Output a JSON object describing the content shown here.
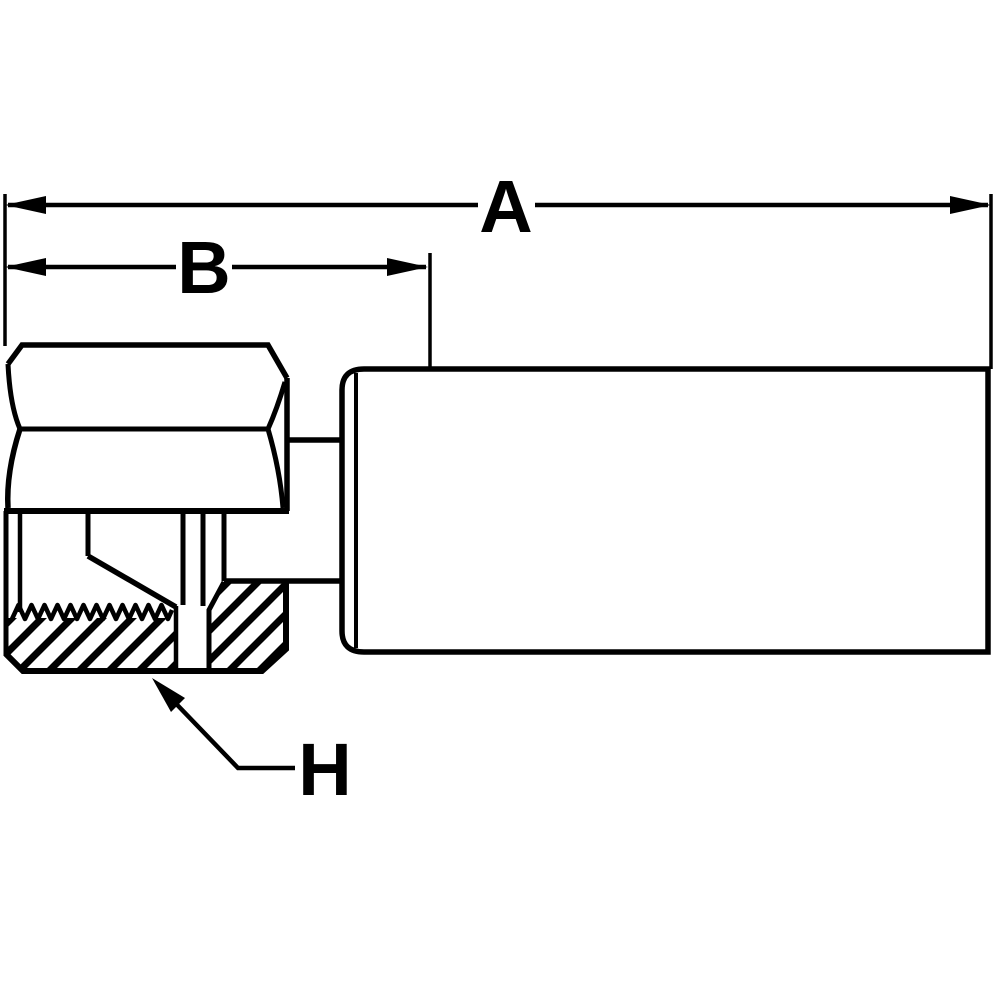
{
  "page": {
    "background_color": "#ffffff",
    "line_color": "#000000"
  },
  "drawing": {
    "kind": "technical-drawing-cross-section-hose-fitting",
    "labels": {
      "a": "A",
      "b": "B",
      "h": "H"
    }
  }
}
